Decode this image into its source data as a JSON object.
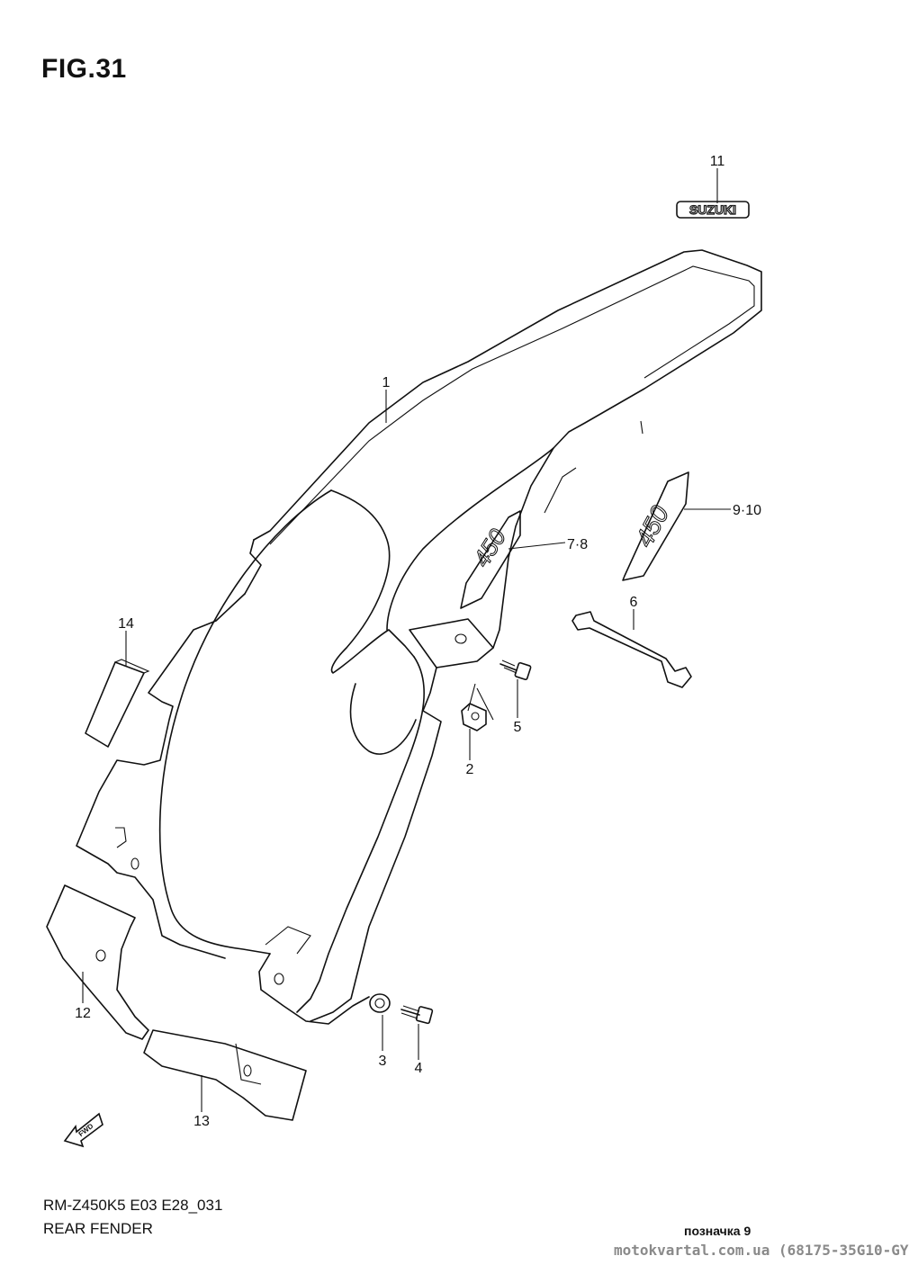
{
  "figure": {
    "title": "FIG.31"
  },
  "callouts": {
    "c1": "1",
    "c2": "2",
    "c3": "3",
    "c4": "4",
    "c5": "5",
    "c6": "6",
    "c7_8": "7·8",
    "c9_10": "9·10",
    "c11": "11",
    "c12": "12",
    "c13": "13",
    "c14": "14"
  },
  "emblem": {
    "text": "SUZUKI"
  },
  "decal": {
    "text": "450"
  },
  "fwd_arrow": {
    "text": "FWD"
  },
  "footer": {
    "model_code": "RM-Z450K5 E03 E28_031",
    "section_name": "REAR FENDER",
    "marker_label": "позначка 9",
    "watermark": "motokvartal.com.ua (68175-35G10-GY"
  }
}
